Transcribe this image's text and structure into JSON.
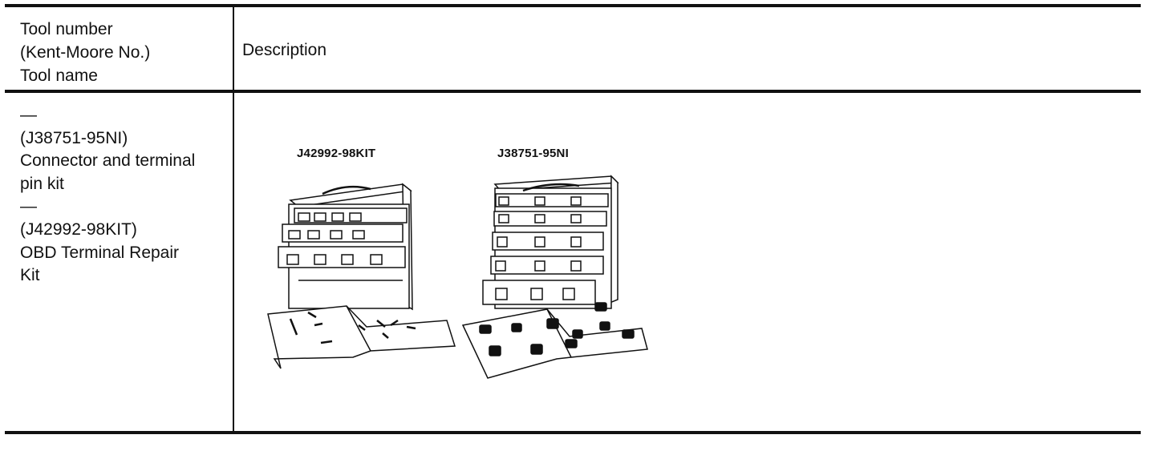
{
  "header": {
    "left_lines": [
      "Tool number",
      "(Kent-Moore No.)",
      "Tool name"
    ],
    "right": "Description"
  },
  "row": {
    "left_lines": [
      "—",
      "(J38751-95NI)",
      "Connector and terminal",
      "pin kit",
      "—",
      "(J42992-98KIT)",
      "OBD Terminal Repair",
      "Kit"
    ],
    "figure_labels": [
      "J42992-98KIT",
      "J38751-95NI"
    ]
  }
}
